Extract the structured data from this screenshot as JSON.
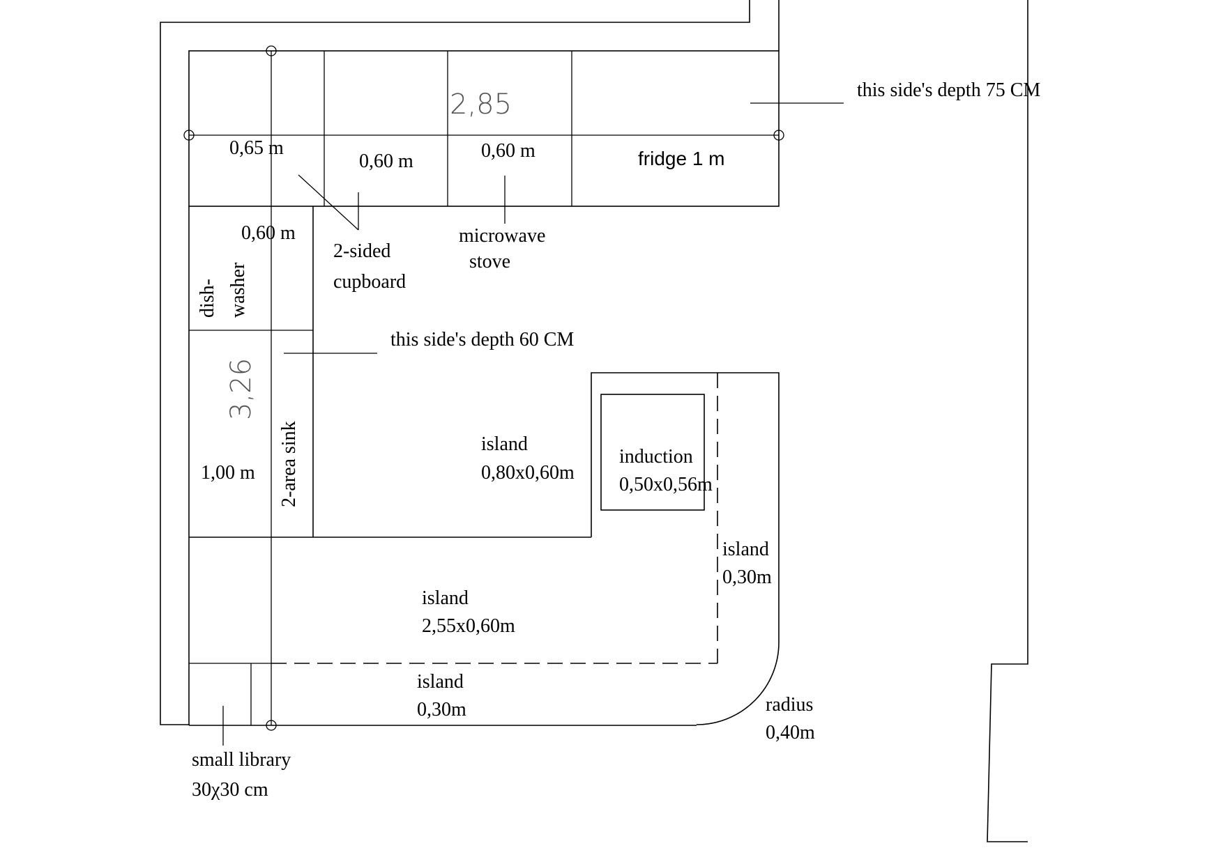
{
  "plan": {
    "dimension_top": "2,85",
    "dimension_left": "3,26",
    "depth_top_note": "this side's depth 75 CM",
    "depth_left_note": "this side's depth 60 CM",
    "width_065": "0,65 m",
    "width_060_a": "0,60 m",
    "width_060_b": "0,60 m",
    "fridge": "fridge 1 m",
    "width_060_c": "0,60 m",
    "cupboard_line1": "2-sided",
    "cupboard_line2": "cupboard",
    "microwave_line1": "microwave",
    "microwave_line2": "stove",
    "dishwasher_line1": "dish-",
    "dishwasher_line2": "washer",
    "width_100": "1,00 m",
    "sink": "2-area sink",
    "island_a_line1": "island",
    "island_a_line2": "0,80x0,60m",
    "induction_line1": "induction",
    "induction_line2": "0,50x0,56m",
    "island_b_line1": "island",
    "island_b_line2": "0,30m",
    "island_c_line1": "island",
    "island_c_line2": "2,55x0,60m",
    "island_d_line1": "island",
    "island_d_line2": "0,30m",
    "radius_line1": "radius",
    "radius_line2": "0,40m",
    "library_line1": "small library",
    "library_line2": "30χ30 cm"
  }
}
